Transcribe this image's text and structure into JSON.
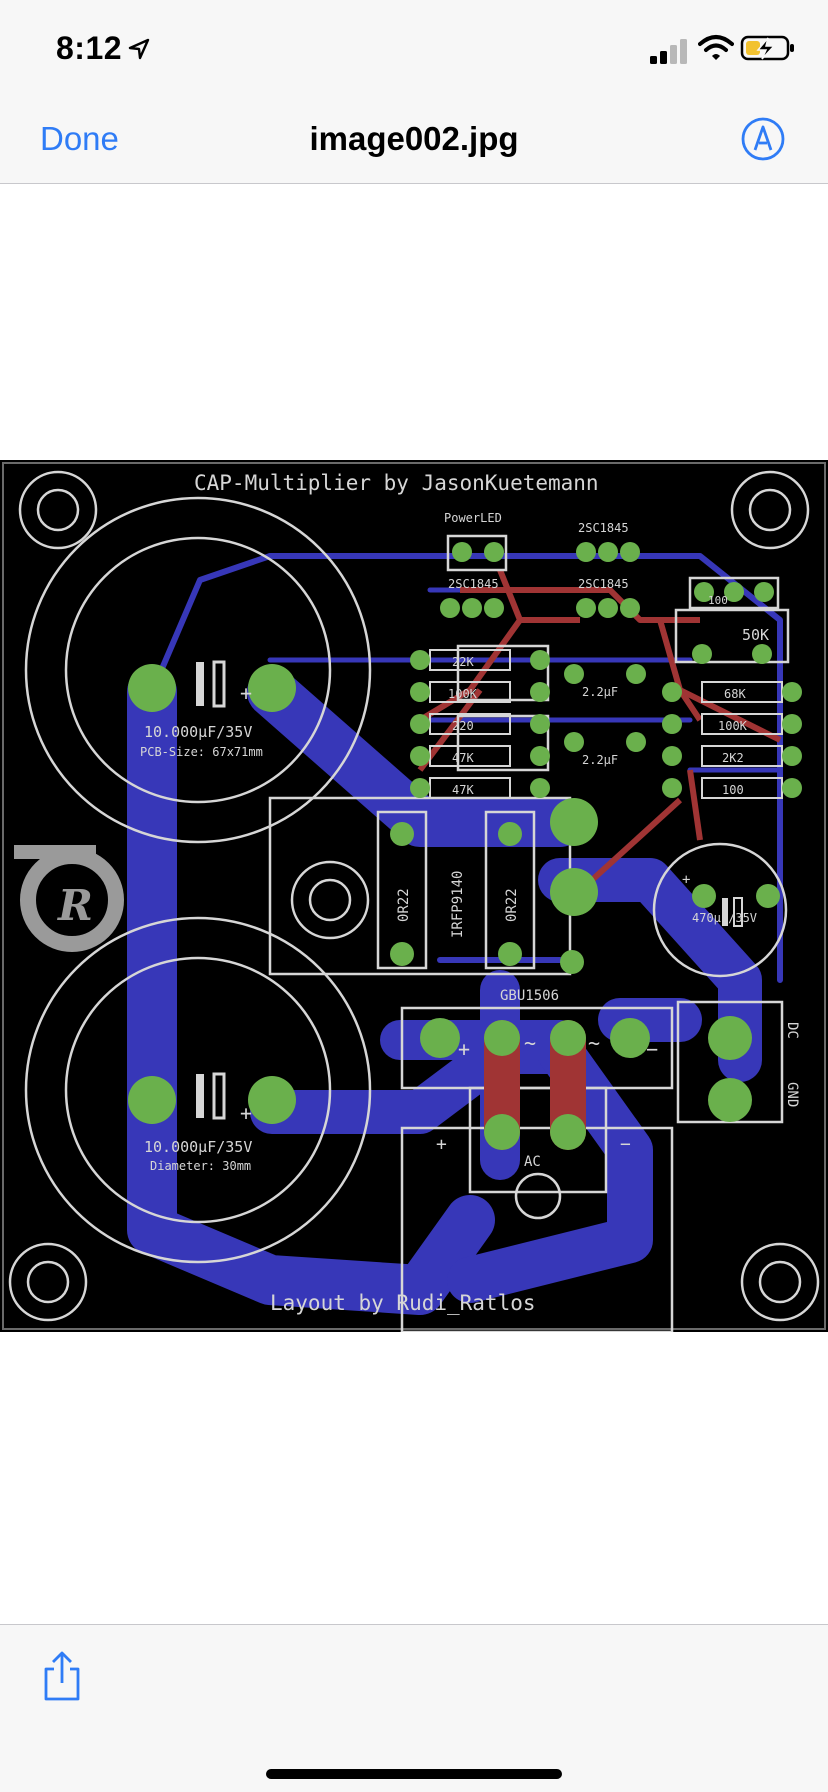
{
  "status_bar": {
    "time": "8:12",
    "icons": [
      "location-arrow-icon",
      "cellular-signal-icon",
      "wifi-icon",
      "battery-charging-icon"
    ]
  },
  "nav": {
    "done_label": "Done",
    "title": "image002.jpg",
    "markup_icon": "markup-pen-icon"
  },
  "image": {
    "title_text": "CAP-Multiplier by JasonKuetemann",
    "footer_text": "Layout by  Rudi_Ratlos",
    "cap1_value": "10.000µF/35V",
    "cap1_note": "PCB-Size: 67x71mm",
    "cap2_value": "10.000µF/35V",
    "cap2_note": "Diameter: 30mm",
    "cap3_value": "470µF/35V",
    "powerled": "PowerLED",
    "transistor_top_right": "2SC1845",
    "transistor_mid_left": "2SC1845",
    "transistor_mid_right": "2SC1845",
    "res_left": [
      "22K",
      "100K",
      "220",
      "47K",
      "47K"
    ],
    "cap_small": [
      "2.2µF",
      "2.2µF"
    ],
    "res_right": [
      "68K",
      "100K",
      "2K2",
      "100"
    ],
    "trimmer_label": "50K",
    "trimmer_top_label": "100",
    "mosfet_label": "IRFP9140",
    "res_left_big": "0R22",
    "res_right_big": "0R22",
    "bridge_label": "GBU1506",
    "ac_label": "AC",
    "dc_label": "DC",
    "gnd_label": "GND",
    "plus_sign": "+",
    "minus_sign": "−",
    "tilde_sign": "~",
    "logo_letter": "R",
    "colors": {
      "board": "#000000",
      "trace_blue": "#3737b8",
      "trace_red": "#a03434",
      "pad_green": "#6ab04c",
      "silk": "#d6d6d6"
    }
  },
  "toolbar": {
    "share_icon": "share-icon"
  }
}
